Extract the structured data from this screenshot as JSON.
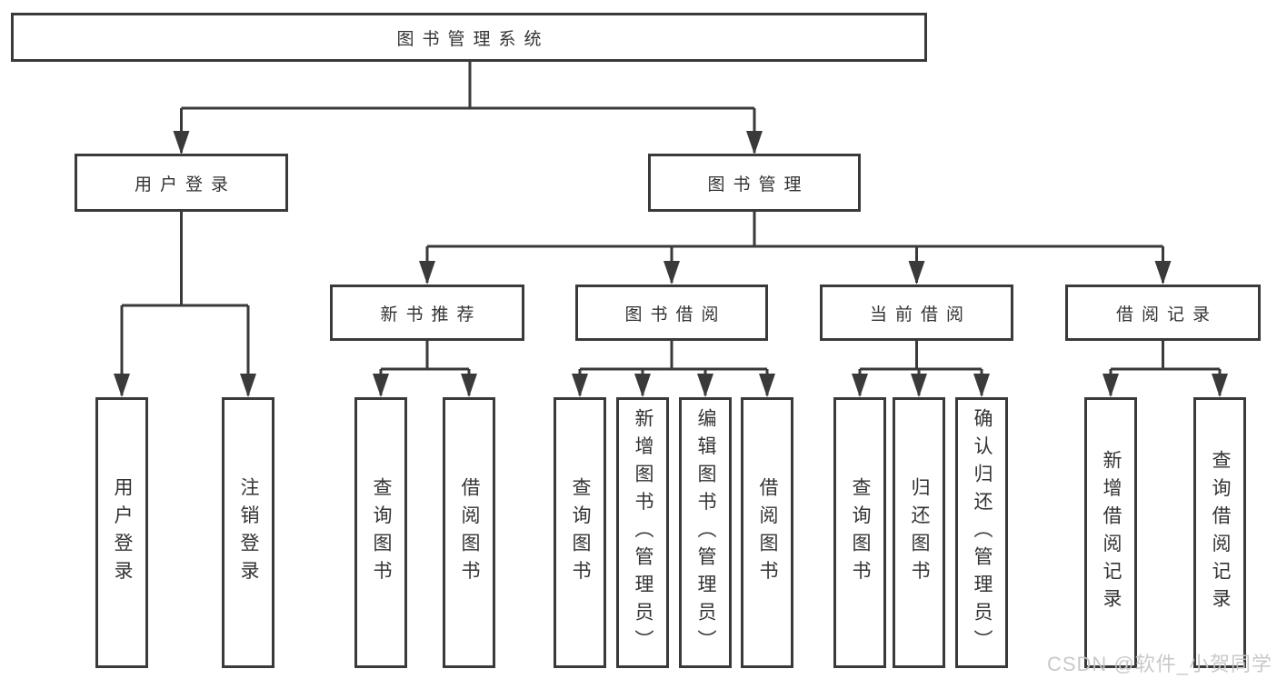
{
  "diagram": {
    "title": "图书管理系统",
    "root": {
      "label": "图书管理系统"
    },
    "branches": [
      {
        "label": "用户登录",
        "children": [
          {
            "label": "用户登录"
          },
          {
            "label": "注销登录"
          }
        ]
      },
      {
        "label": "图书管理",
        "children": [
          {
            "label": "新书推荐",
            "children": [
              {
                "label": "查询图书"
              },
              {
                "label": "借阅图书"
              }
            ]
          },
          {
            "label": "图书借阅",
            "children": [
              {
                "label": "查询图书"
              },
              {
                "label": "新增图书（管理员）"
              },
              {
                "label": "编辑图书（管理员）"
              },
              {
                "label": "借阅图书"
              }
            ]
          },
          {
            "label": "当前借阅",
            "children": [
              {
                "label": "查询图书"
              },
              {
                "label": "归还图书"
              },
              {
                "label": "确认归还（管理员）"
              }
            ]
          },
          {
            "label": "借阅记录",
            "children": [
              {
                "label": "新增借阅记录"
              },
              {
                "label": "查询借阅记录"
              }
            ]
          }
        ]
      }
    ]
  },
  "watermark": {
    "text": "CSDN @软件_小贺同学"
  },
  "colors": {
    "line": "#3a3a3a",
    "box_border": "#3a3a3a",
    "box_fill": "#ffffff",
    "text": "#333333",
    "watermark": "#c6c6c6",
    "background": "#ffffff"
  }
}
